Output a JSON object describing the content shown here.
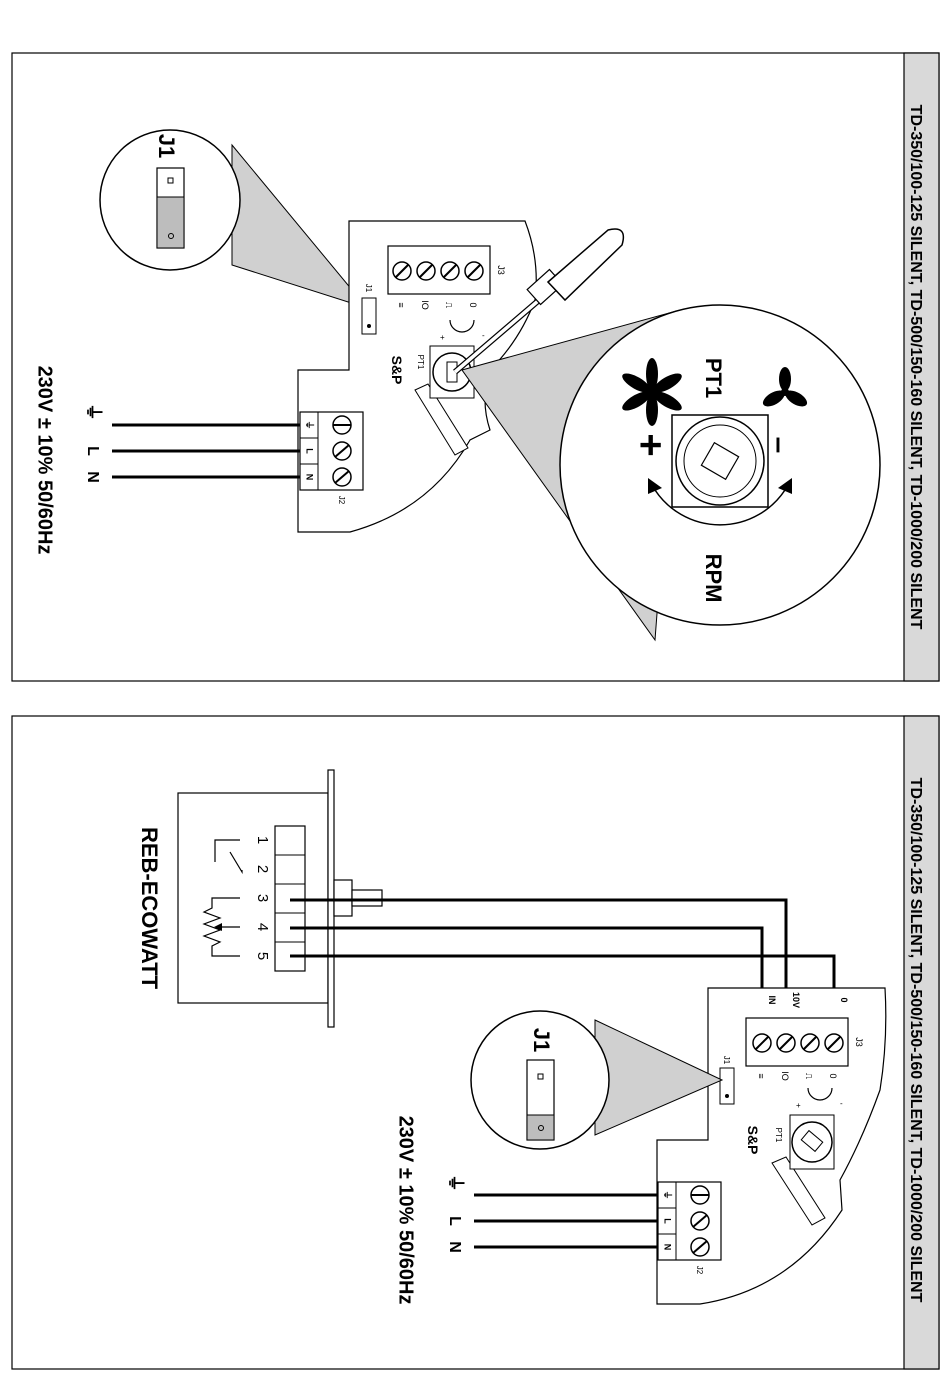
{
  "panel_top": {
    "title": "TD-350/100-125 SILENT, TD-500/150-160 SILENT, TD-1000/200 SILENT",
    "jumper_zoom_label": "J1",
    "board": {
      "j3": "J3",
      "j2": "J2",
      "j1": "J1",
      "pt1": "PT1",
      "brand": "S&P",
      "j3_pins": [
        "≡",
        "IO",
        "⎍",
        "0"
      ],
      "j2_pins": [
        "⏚",
        "L",
        "N"
      ],
      "pot_plus": "+",
      "pot_minus": "-"
    },
    "supply_label": "230V ± 10% 50/60Hz",
    "supply_terminals": [
      "⏚",
      "L",
      "N"
    ],
    "pot_zoom": {
      "label": "PT1",
      "plus": "+",
      "minus": "–",
      "rpm": "RPM"
    }
  },
  "panel_bottom": {
    "title": "TD-350/100-125 SILENT, TD-500/150-160 SILENT, TD-1000/200 SILENT",
    "jumper_zoom_label": "J1",
    "board": {
      "j3": "J3",
      "j2": "J2",
      "j1": "J1",
      "pt1": "PT1",
      "brand": "S&P",
      "j3_top_pins": [
        "IN",
        "10V",
        "",
        "0"
      ],
      "j3_pins": [
        "≡",
        "IO",
        "⎍",
        "0"
      ],
      "j2_pins": [
        "⏚",
        "L",
        "N"
      ],
      "pot_plus": "+",
      "pot_minus": "-"
    },
    "supply_label": "230V ± 10% 50/60Hz",
    "supply_terminals": [
      "⏚",
      "L",
      "N"
    ],
    "controller": {
      "name": "REB-ECOWATT",
      "terminals": [
        "1",
        "2",
        "3",
        "4",
        "5"
      ]
    }
  }
}
